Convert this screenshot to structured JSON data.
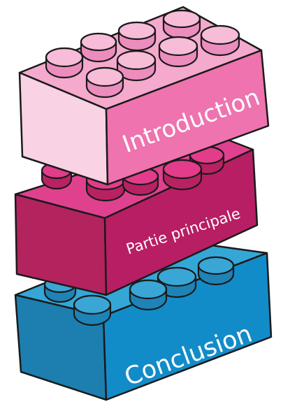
{
  "bricks": [
    {
      "id": "introduction",
      "label": "Introduction",
      "colors": {
        "top": "#F4A9CD",
        "left": "#F9D2E4",
        "front": "#EE73AF",
        "side": "#C25590",
        "stud": "#F6BCD8",
        "stud_side": "#EC8DBE"
      }
    },
    {
      "id": "partie-principale",
      "label": "Partie principale",
      "colors": {
        "top": "#E0418E",
        "left": "#B3245F",
        "front": "#B81E64",
        "side": "#8E1449",
        "stud": "#E23C8B",
        "stud_side": "#B82263"
      }
    },
    {
      "id": "conclusion",
      "label": "Conclusion",
      "colors": {
        "top": "#34A7D6",
        "left": "#1C7FB0",
        "front": "#128CC8",
        "side": "#0B6594",
        "stud": "#3AA6D6",
        "stud_side": "#1E83B6"
      }
    }
  ]
}
